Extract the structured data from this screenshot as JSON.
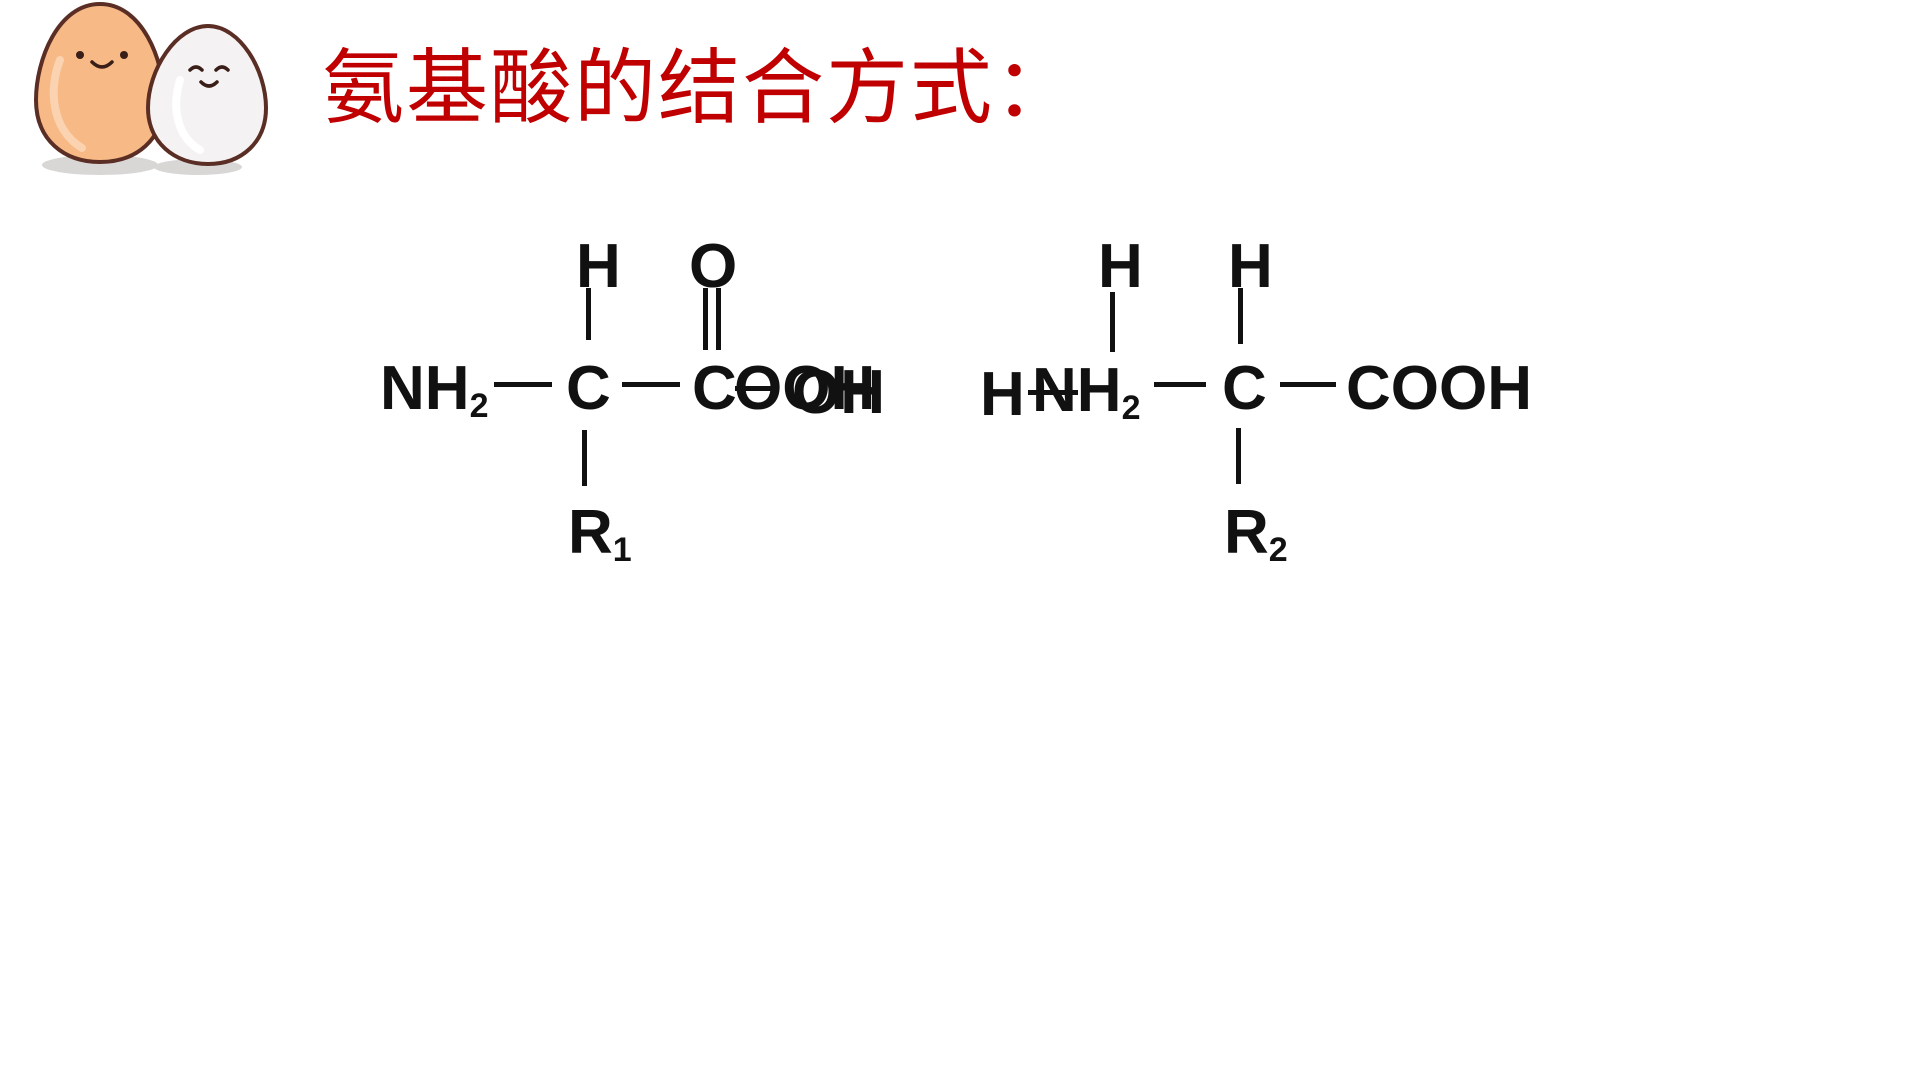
{
  "title": "氨基酸的结合方式：",
  "molecule1": {
    "amine": "NH",
    "amine_sub": "2",
    "alpha_c": "C",
    "top_h": "H",
    "carbonyl_o": "O",
    "carboxyl_c": "C",
    "carboxyl_rest": "OOH",
    "hydroxyl": "OH",
    "r_group": "R",
    "r_sub": "1"
  },
  "molecule2": {
    "h_left": "H",
    "amine": "NH",
    "amine_sub": "2",
    "amine_h": "H",
    "alpha_c": "C",
    "top_h": "H",
    "carboxyl": "COOH",
    "r_group": "R",
    "r_sub": "2"
  },
  "colors": {
    "title": "#c00000",
    "egg_orange": "#f7b985",
    "egg_white": "#f4f2f2",
    "outline": "#5a2e24"
  },
  "icons": [
    "egg-mascot-orange-icon",
    "egg-mascot-white-icon"
  ]
}
